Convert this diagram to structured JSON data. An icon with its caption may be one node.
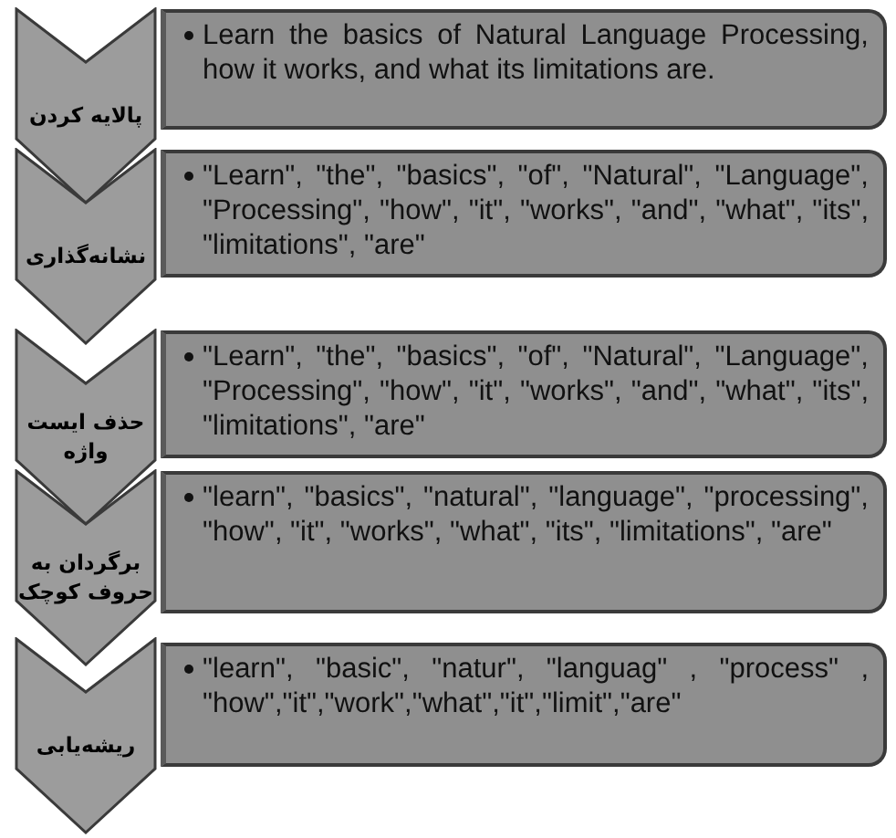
{
  "diagram": {
    "nodes": [
      {
        "text": [
          "پالایه کردن"
        ]
      },
      {
        "text": [
          "Learn the basics of Natural Language Processing, how it works, and what its limitations are."
        ]
      },
      {
        "text": [
          "نشانه‌گذاری"
        ]
      },
      {
        "text": [
          "\"Learn\", \"the\", \"basics\", \"of\", \"Natural\", \"Language\", \"Processing\", \"how\", \"it\", \"works\", \"and\", \"what\", \"its\", \"limitations\", \"are\""
        ]
      },
      {
        "text": [
          "حذف ایست واژه"
        ]
      },
      {
        "text": [
          "\"Learn\", \"the\", \"basics\", \"of\", \"Natural\", \"Language\", \"Processing\", \"how\", \"it\", \"works\", \"and\", \"what\", \"its\", \"limitations\", \"are\""
        ]
      },
      {
        "text": [
          "برگردان به حروف کوچک"
        ]
      },
      {
        "text": [
          "\"learn\", \"basics\", \"natural\", \"language\", \"processing\", \"how\", \"it\", \"works\", \"what\", \"its\", \"limitations\", \"are\""
        ]
      },
      {
        "text": [
          "ریشه‌یابی"
        ]
      },
      {
        "text": [
          "\"learn\", \"basic\", \"natur\", \"languag\" , \"process\" , \"how\",\"it\",\"work\",\"what\",\"it\",\"limit\",\"are\""
        ]
      }
    ],
    "edges": []
  }
}
